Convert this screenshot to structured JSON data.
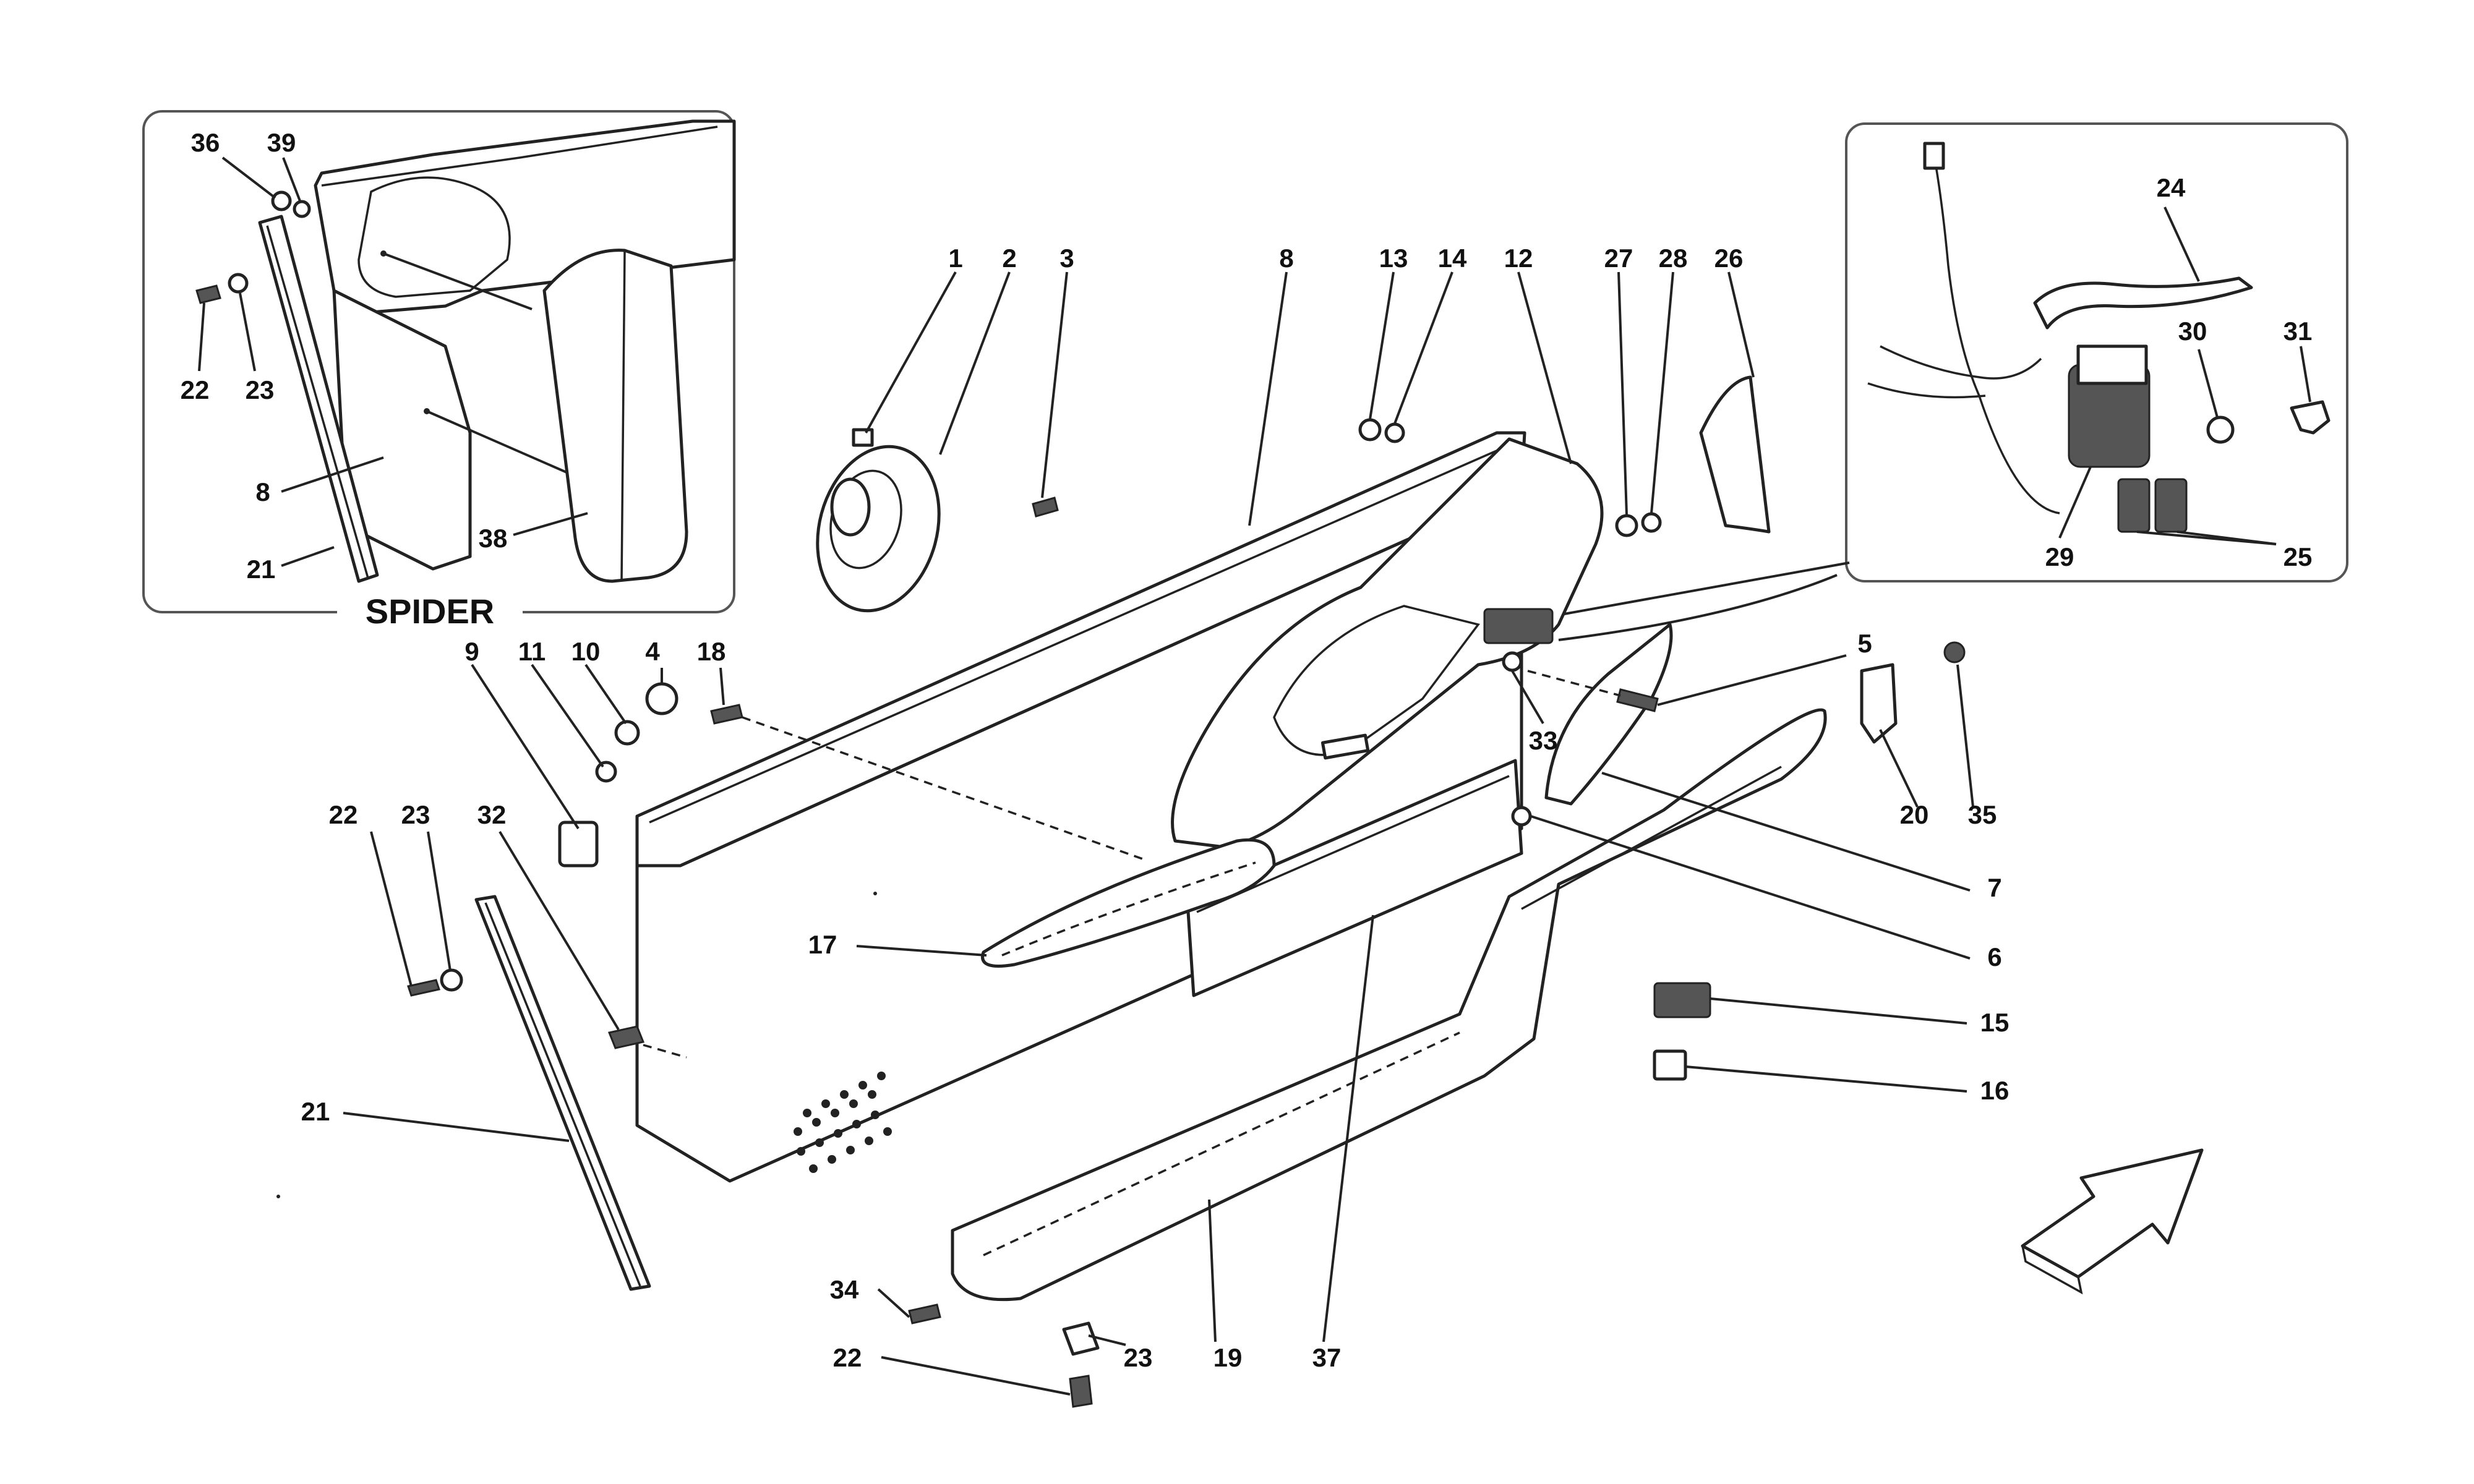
{
  "diagram": {
    "inset_spider_title": "SPIDER",
    "callouts": {
      "c1": "1",
      "c2": "2",
      "c3": "3",
      "c4": "4",
      "c5": "5",
      "c6": "6",
      "c7": "7",
      "c8": "8",
      "c9": "9",
      "c10": "10",
      "c11": "11",
      "c12": "12",
      "c13": "13",
      "c14": "14",
      "c15": "15",
      "c16": "16",
      "c17": "17",
      "c18": "18",
      "c19": "19",
      "c20": "20",
      "c21": "21",
      "c22": "22",
      "c23": "23",
      "c24": "24",
      "c25": "25",
      "c26": "26",
      "c27": "27",
      "c28": "28",
      "c29": "29",
      "c30": "30",
      "c31": "31",
      "c32": "32",
      "c33": "33",
      "c34": "34",
      "c35": "35",
      "c36": "36",
      "c37": "37",
      "c38": "38",
      "c39": "39"
    },
    "spider_callouts": {
      "s36": "36",
      "s39": "39",
      "s22": "22",
      "s23": "23",
      "s8": "8",
      "s21": "21",
      "s38": "38"
    },
    "colors": {
      "line": "#222222",
      "frame": "#555555",
      "background": "#ffffff"
    }
  }
}
